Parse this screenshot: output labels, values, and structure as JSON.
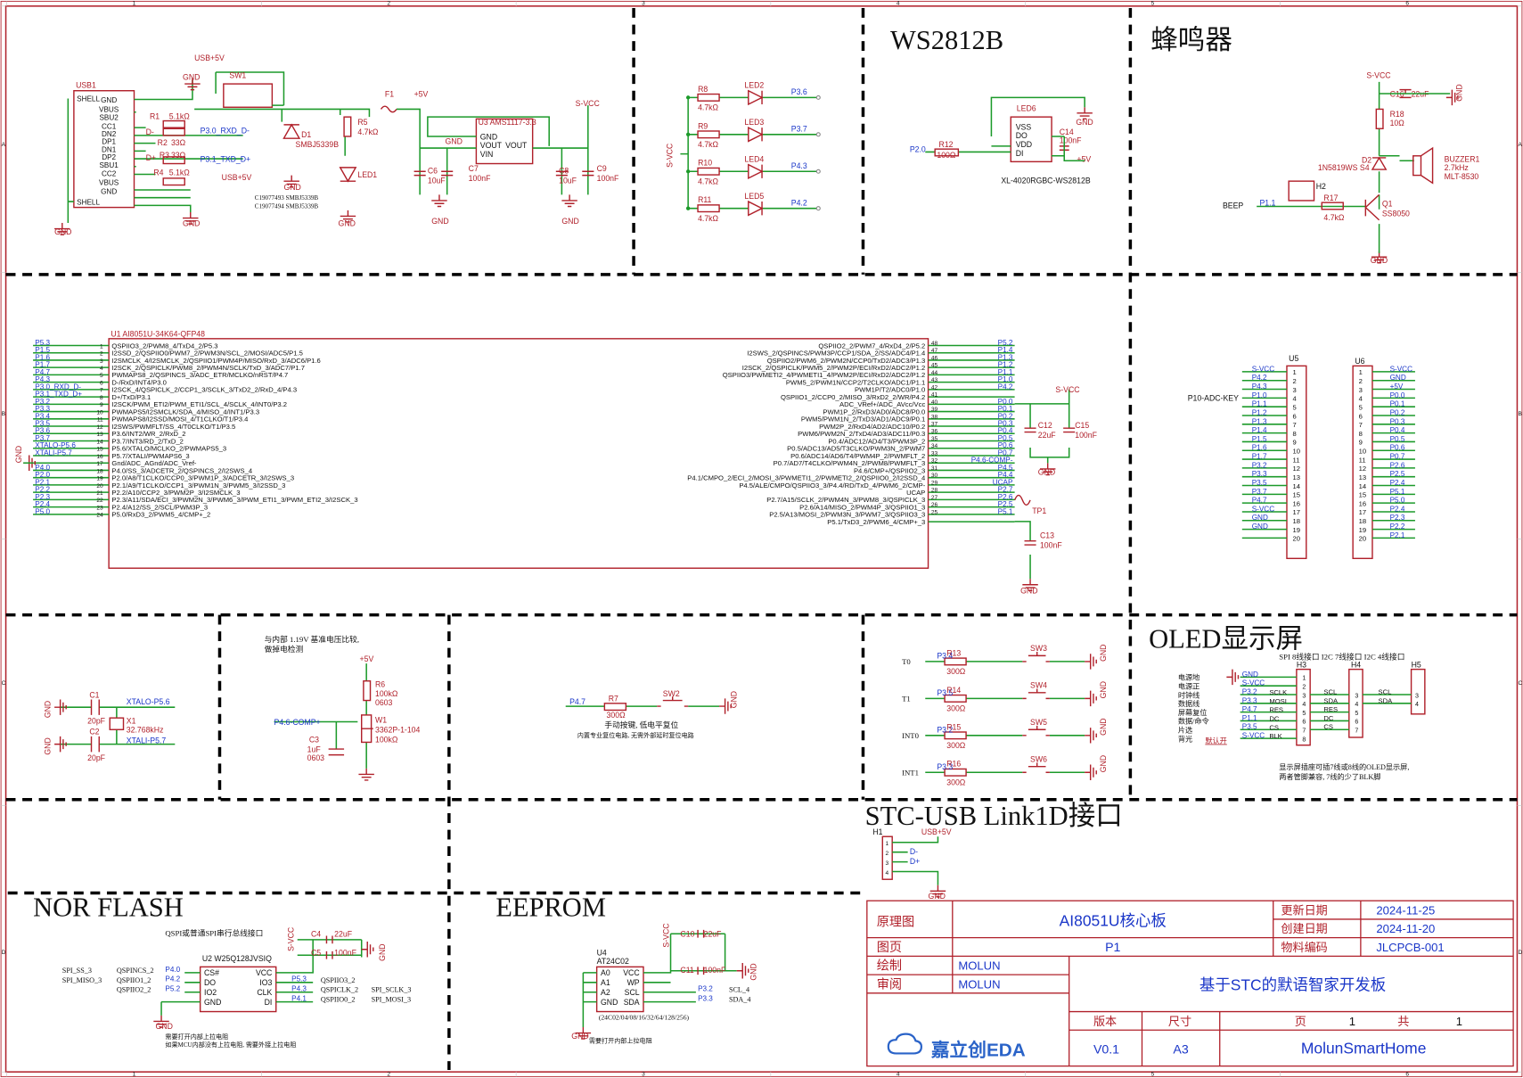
{
  "section_titles": {
    "ws2812b": "WS2812B",
    "buzzer": "蜂鸣器",
    "oled": "OLED显示屏",
    "stc_usb": "STC-USB Link1D接口",
    "nor_flash": "NOR FLASH",
    "eeprom": "EEPROM"
  },
  "border_marks": {
    "columns": [
      "1",
      "2",
      "3",
      "4",
      "5",
      "6"
    ],
    "rows": [
      "A",
      "B",
      "C",
      "D"
    ]
  },
  "usb_section": {
    "connector_ref": "USB1",
    "connector_pins": [
      "SHELL",
      "GND",
      "VBUS",
      "SBU2",
      "CC1",
      "DN2",
      "DP1",
      "DN1",
      "DP2",
      "SBU1",
      "CC2",
      "VBUS",
      "GND",
      "SHELL"
    ],
    "labels": [
      "USB+5V",
      "GND",
      "SW1",
      "R1",
      "5.1kΩ",
      "R2",
      "33Ω",
      "R3",
      "33Ω",
      "R4",
      "5.1kΩ",
      "USB+5V",
      "GND",
      "GND",
      "D-",
      "D+",
      "P3.0_RXD_D-",
      "P3.1_TXD_D+",
      "D1",
      "SMBJ5339B",
      "GND",
      "C19077493  SMBJ5339B",
      "C19077494  SMBJ5339B",
      "F1",
      "+5V",
      "R5",
      "4.7kΩ",
      "LED1",
      "GND"
    ],
    "ldo_ref": "U3  AMS1117-3.3",
    "ldo_pins": [
      "GND",
      "VOUT",
      "VOUT",
      "VIN"
    ],
    "caps": [
      "C6",
      "10uF",
      "C7",
      "100nF",
      "C8",
      "10uF",
      "C9",
      "100nF"
    ],
    "rail": "S-VCC",
    "gnd": [
      "GND",
      "GND",
      "GND"
    ]
  },
  "led_section": {
    "rail": "S-VCC",
    "leds": [
      {
        "r": "R8",
        "rv": "4.7kΩ",
        "led": "LED2",
        "net": "P3.6"
      },
      {
        "r": "R9",
        "rv": "4.7kΩ",
        "led": "LED3",
        "net": "P3.7"
      },
      {
        "r": "R10",
        "rv": "4.7kΩ",
        "led": "LED4",
        "net": "P4.3"
      },
      {
        "r": "R11",
        "rv": "4.7kΩ",
        "led": "LED5",
        "net": "P4.2"
      }
    ]
  },
  "ws2812_section": {
    "ref": "LED6",
    "pins": [
      "VSS",
      "DO",
      "VDD",
      "DI"
    ],
    "net": "P2.0",
    "r": "R12",
    "rv": "100Ω",
    "cap": "C14",
    "cv": "100nF",
    "gnd": "GND",
    "v": "+5V",
    "part": "XL-4020RGBC-WS2812B"
  },
  "buzzer_section": {
    "rail": "S-VCC",
    "cap": "C16",
    "cv": "22uF",
    "gnd": "GND",
    "r18": "R18",
    "r18v": "10Ω",
    "diode": "D2",
    "diode_part": "1N5819WS  S4",
    "buzzer": "BUZZER1",
    "buzzer_f": "2.7kHz",
    "buzzer_part": "MLT-8530",
    "h2": "H2",
    "net_label": "BEEP",
    "net": "P1.1",
    "r17": "R17",
    "r17v": "4.7kΩ",
    "q": "Q1",
    "qpart": "SS8050",
    "gnd2": "GND"
  },
  "mcu": {
    "ref": "U1   AI8051U-34K64-QFP48",
    "left_nets": [
      "P5.3",
      "P1.5",
      "P1.6",
      "P1.7",
      "P4.7",
      "P4.3",
      "P3.0_RXD_D-",
      "P3.1_TXD_D+",
      "P3.2",
      "P3.3",
      "P3.4",
      "P3.5",
      "P3.6",
      "P3.7",
      "XTALO-P5.6",
      "XTALI-P5.7",
      "",
      "P4.0",
      "P2.0",
      "P2.1",
      "P2.2",
      "P2.3",
      "P2.4",
      "P5.0"
    ],
    "left_funcs": [
      "QSPIIO3_2/PWM8_4/TxD4_2/P5.3",
      "I2SSD_2/QSPIIO0/PWM7_2/PWM3N/SCL_2/MOSI/ADC5/P1.5",
      "I2SMCLK_4/I2SMCLK_2/QSPIIO1/PWM4P/MISO/RxD_3/ADC6/P1.6",
      "I2SCK_2/QSPICLK/PWM8_2/PWM4N/SCLK/TxD_3/ADC7/P1.7",
      "PWMAPS8_2/QSPINCS_3/ADC_ETR/MCLKO/nRST/P4.7",
      "D-/RxD/INT4/P3.0",
      "I2SCK_4/QSPICLK_2/CCP1_3/SCLK_3/TxD2_2/RxD_4/P4.3",
      "D+/TxD/P3.1",
      "I2SCK/PWM_ETI2/PWM_ETI1/SCL_4/SCLK_4/INT0/P3.2",
      "PWMAPS5/I2SMCLK/SDA_4/MISO_4/INT1/P3.3",
      "PWMAPS8/I2SSD/MOSI_4/T1CLKO/T1/P3.4",
      "I2SWS/PWMFLT/SS_4/T0CLKO/T1/P3.5",
      "P3.6/INT2/WR_2/RxD_2",
      "P3.7/INT3/RD_2/TxD_2",
      "P5.6/XTALO/MCLKO_2/PWMAPS5_3",
      "P5.7/XTALI/PWMAPS6_3",
      "Gnd/ADC_AGnd/ADC_Vref-",
      "P4.0/SS_3/ADCETR_2/QSPINCS_2/I2SWS_4",
      "P2.0/A8/T1CLKO/CCP0_3/PWM1P_3/ADCETR_3/I2SWS_3",
      "P2.1/A9/T1CLKO/CCP1_3/PWM1N_3/PWM5_3/I2SSD_3",
      "P2.2/A10/CCP2_3/PWM2P_3/I2SMCLK_3",
      "P2.3/A11/SDA/ECI_3/PWM2N_3/PWM6_3/PWM_ETI1_3/PWM_ETI2_3/I2SCK_3",
      "P2.4/A12/SS_2/SCL/PWM3P_3",
      "P5.0/RxD3_2/PWM5_4/CMP+_2"
    ],
    "right_nets": [
      "P5.2",
      "P1.4",
      "P1.3",
      "P1.2",
      "P1.1",
      "P1.0",
      "P4.2",
      "",
      "P0.0",
      "P0.1",
      "P0.2",
      "P0.3",
      "P0.4",
      "P0.5",
      "P0.6",
      "P0.7",
      "P4.6-COMP-",
      "P4.5",
      "P4.4",
      "UCAP",
      "P2.7",
      "P2.6",
      "P2.5",
      "P5.1"
    ],
    "right_funcs": [
      "QSPIIO2_2/PWM7_4/RxD4_2/P5.2",
      "I2SWS_2/QSPINCS/PWM3P/CCP1/SDA_2/SS/ADC4/P1.4",
      "QSPIIO2/PWM6_2/PWM2N/CCP0/TxD2/ADC3/P1.3",
      "I2SCK_2/QSPICLK/PWM5_2/PWM2P/ECI/RxD2/ADC2/P1.2",
      "QSPIIO3/PWMETI2_4/PWMETI1_4/PWM2P/ECI/RxD2/ADC2/P1.2",
      "PWM5_2/PWM1N/CCP2/T2CLKO/ADC1/P1.1",
      "PWM1P/T2/ADC0/P1.0",
      "QSPIIO1_2/CCP0_2/MISO_3/RxD2_2/WR/P4.2",
      "ADC_VRef+/ADC_AVcc/Vcc",
      "PWM1P_2/RxD3/AD0/ADC8/P0.0",
      "PWM5/PWM1N_2/TxD3/AD1/ADC9/P0.1",
      "PWM2P_2/RxD4/AD2/ADC10/P0.2",
      "PWM6/PWM2N_2/TxD4/AD3/ADC11/P0.3",
      "P0.4/ADC12/AD4/T3/PWM3P_2",
      "P0.5/ADC13/AD5/T3CLKO/PWM3N_2/PWM7",
      "P0.6/ADC14/AD6/T4/PWM4P_2/PWMFLT_2",
      "P0.7/AD7/T4CLKO/PWM4N_2/PWM8/PWMFLT_3",
      "P4.6/CMP+/QSPIIO2_3",
      "P4.1/CMPO_2/ECI_2/MOSI_3/PWMETI1_2/PWMETI2_2/QSPIIO0_2/I2SSD_4",
      "P4.5/ALE/CMPO/QSPIIO3_3/P4.4/RD/TxD_4/PWM6_2/CMP-",
      "UCAP",
      "P2.7/A15/SCLK_2/PWM4N_3/PWM8_3/QSPICLK_3",
      "P2.6/A14/MISO_2/PWM4P_3/QSPIIO1_3",
      "P2.5/A13/MOSI_2/PWM3N_3/PWM7_3/QSPIIO3_3",
      "P5.1/TxD3_2/PWM6_4/CMP+_3"
    ],
    "left_pin_nums": [
      "1",
      "2",
      "3",
      "4",
      "5",
      "6",
      "7",
      "8",
      "9",
      "10",
      "11",
      "12",
      "13",
      "14",
      "15",
      "16",
      "17",
      "18",
      "19",
      "20",
      "21",
      "22",
      "23",
      "24"
    ],
    "right_pin_nums": [
      "48",
      "47",
      "46",
      "45",
      "44",
      "43",
      "42",
      "41",
      "40",
      "39",
      "38",
      "37",
      "36",
      "35",
      "34",
      "33",
      "32",
      "31",
      "30",
      "29",
      "28",
      "27",
      "26",
      "25"
    ],
    "gnd": "GND",
    "caps": [
      "S-VCC",
      "C12",
      "22uF",
      "C15",
      "100nF",
      "GND",
      "TP1",
      "C13",
      "100nF",
      "GND"
    ]
  },
  "headers": {
    "u5": {
      "ref": "U5",
      "side_label": "P10-ADC-KEY",
      "nets": [
        "S-VCC",
        "P4.2",
        "P4.3",
        "P1.0",
        "P1.1",
        "P1.2",
        "P1.3",
        "P1.4",
        "P1.5",
        "P1.6",
        "P1.7",
        "P3.2",
        "P3.3",
        "P3.5",
        "P3.7",
        "P4.7",
        "S-VCC",
        "GND",
        "GND",
        ""
      ]
    },
    "u6": {
      "ref": "U6",
      "nets": [
        "S-VCC",
        "GND",
        "+5V",
        "P0.0",
        "P0.1",
        "P0.2",
        "P0.3",
        "P0.4",
        "P0.5",
        "P0.6",
        "P0.7",
        "P2.6",
        "P2.5",
        "P2.4",
        "P5.1",
        "P5.0",
        "P2.4",
        "P2.3",
        "P2.2",
        "P2.1"
      ]
    }
  },
  "crystal_section": {
    "labels": [
      "GND",
      "C1",
      "20pF",
      "XTALO-P5.6",
      "X1",
      "32.768kHz",
      "GND",
      "C2",
      "20pF",
      "XTALI-P5.7"
    ]
  },
  "comparator_section": {
    "note1": "与内部 1.19V 基准电压比较,",
    "note2": "做掉电检测",
    "labels": [
      "+5V",
      "R6",
      "100kΩ",
      "0603",
      "P4.6-COMP+",
      "W1",
      "3362P-1-104",
      "100kΩ",
      "C3",
      "1uF",
      "0603"
    ]
  },
  "reset_section": {
    "labels": [
      "P4.7",
      "R7",
      "300Ω",
      "SW2",
      "GND"
    ],
    "note1": "手动按键, 低电平复位",
    "note2": "内置专业复位电路, 无需外部延时复位电路"
  },
  "keys_section": {
    "keys": [
      {
        "name": "T0",
        "net": "P3.4",
        "r": "R13",
        "rv": "300Ω",
        "sw": "SW3"
      },
      {
        "name": "T1",
        "net": "P3.5",
        "r": "R14",
        "rv": "300Ω",
        "sw": "SW4"
      },
      {
        "name": "INT0",
        "net": "P3.2",
        "r": "R15",
        "rv": "300Ω",
        "sw": "SW5"
      },
      {
        "name": "INT1",
        "net": "P3.3",
        "r": "R16",
        "rv": "300Ω",
        "sw": "SW6"
      }
    ],
    "gnd": "GND"
  },
  "oled_section": {
    "header_title": "SPI 8线接口  I2C 7线接口  I2C 4线接口",
    "refs": [
      "H3",
      "H4",
      "H5"
    ],
    "signal_labels": [
      "电源地",
      "电源正",
      "时钟线",
      "数据线",
      "屏幕复位",
      "数据/命令",
      "片选",
      "背光"
    ],
    "nets": [
      "GND",
      "S-VCC",
      "P3.2",
      "P3.3",
      "P4.7",
      "P1.1",
      "P3.5",
      "S-VCC"
    ],
    "sig": [
      "SCLK",
      "MOSI",
      "RES",
      "DC",
      "CS",
      "BLK"
    ],
    "i2c7": [
      "SCL",
      "SDA",
      "RES",
      "DC",
      "CS"
    ],
    "i2c4": [
      "SCL",
      "SDA"
    ],
    "default_note": "默认开",
    "note1": "显示屏插座可插7线或8线的OLED显示屏,",
    "note2": "两者管脚兼容, 7线的少了BLK脚"
  },
  "stcusb_section": {
    "ref": "H1",
    "labels": [
      "USB+5V",
      "D-",
      "D+",
      "GND"
    ],
    "pins": [
      "1",
      "2",
      "3",
      "4"
    ]
  },
  "flash_section": {
    "note": "QSPI或普通SPI串行总线接口",
    "ref": "U2   W25Q128JVSIQ",
    "left_pins": [
      "CS#",
      "DO",
      "IO2",
      "GND"
    ],
    "right_pins": [
      "VCC",
      "IO3",
      "CLK",
      "DI"
    ],
    "left_nets": [
      "P4.0",
      "P4.2",
      "P5.2"
    ],
    "left_funcs": [
      "QSPINCS_2",
      "QSPIIO1_2",
      "QSPIIO2_2"
    ],
    "left_ext": [
      "SPI_SS_3",
      "SPI_MISO_3"
    ],
    "right_nets": [
      "P5.3",
      "P4.3",
      "P4.1"
    ],
    "right_funcs": [
      "QSPIIO3_2",
      "QSPICLK_2",
      "QSPIIO0_2"
    ],
    "right_ext": [
      "SPI_SCLK_3",
      "SPI_MOSI_3"
    ],
    "caps": [
      "S-VCC",
      "C4",
      "22uF",
      "C5",
      "100nF",
      "GND",
      "GND"
    ],
    "foot1": "需要打开内部上拉电阻",
    "foot2": "如果MCU内部没有上拉电阻, 需要外接上拉电阻"
  },
  "eeprom_section": {
    "ref": "U4",
    "part": "AT24C02",
    "left_pins": [
      "A0",
      "A1",
      "A2",
      "GND"
    ],
    "right_pins": [
      "VCC",
      "WP",
      "SCL",
      "SDA"
    ],
    "nets": [
      "P3.2",
      "P3.3"
    ],
    "ext": [
      "SCL_4",
      "SDA_4"
    ],
    "caps": [
      "S-VCC",
      "C10",
      "22uF",
      "C11",
      "100nF",
      "GND",
      "GND"
    ],
    "series": "(24C02/04/08/16/32/64/128/256)",
    "foot": "需要打开内部上拉电阻"
  },
  "title_block": {
    "label_schematic": "原理图",
    "board_name": "AI8051U核心板",
    "label_update": "更新日期",
    "update_date": "2024-11-25",
    "label_page": "图页",
    "page": "P1",
    "label_create": "创建日期",
    "create_date": "2024-11-20",
    "label_material": "物料编码",
    "material_code": "JLCPCB-001",
    "label_drawn": "绘制",
    "drawn_by": "MOLUN",
    "label_review": "审阅",
    "reviewed_by": "MOLUN",
    "project": "基于STC的默语智家开发板",
    "label_version": "版本",
    "label_size": "尺寸",
    "label_sheet": "页",
    "sheet_no": "1",
    "label_total": "共",
    "sheet_total": "1",
    "logo": "嘉立创EDA",
    "version": "V0.1",
    "size": "A3",
    "company": "MolunSmartHome"
  }
}
